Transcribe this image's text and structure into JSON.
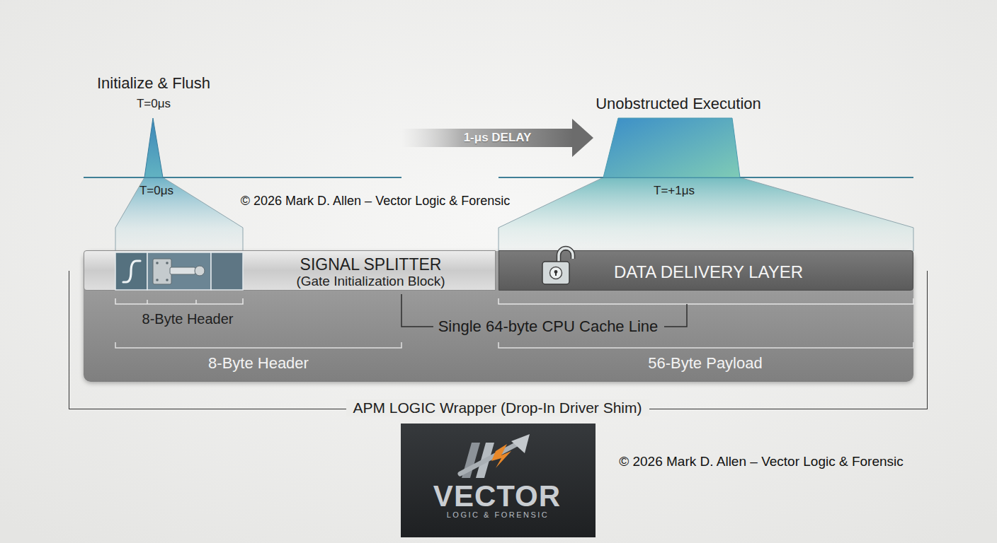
{
  "diagram": {
    "nodes": [
      {
        "text": [
          "Initialize & Flush",
          "T=0μs",
          "T=0μs"
        ]
      },
      {
        "text": [
          "Unobstructed Execution",
          "T=+1μs"
        ]
      },
      {
        "text": [
          "APM LOGIC Wrapper (Drop-In Driver Shim)"
        ]
      },
      {
        "text": [
          "SIGNAL SPLITTER (Gate Initialization Block)"
        ],
        "in": 2
      },
      {
        "text": [
          "DATA DELIVERY LAYER"
        ],
        "in": 2
      },
      {
        "text": [
          "VECTOR",
          "LOGIC & FORENSIC"
        ]
      }
    ],
    "edges": [
      {
        "from": 0,
        "to": 1,
        "arrow": "to",
        "label": "1-μs DELAY"
      }
    ],
    "labels": [
      "© 2026 Mark D. Allen – Vector Logic & Forensic",
      "8-Byte Header",
      "Single 64-byte CPU Cache Line",
      "8-Byte Header",
      "56-Byte Payload",
      "© 2026 Mark D. Allen – Vector Logic & Forensic"
    ]
  }
}
